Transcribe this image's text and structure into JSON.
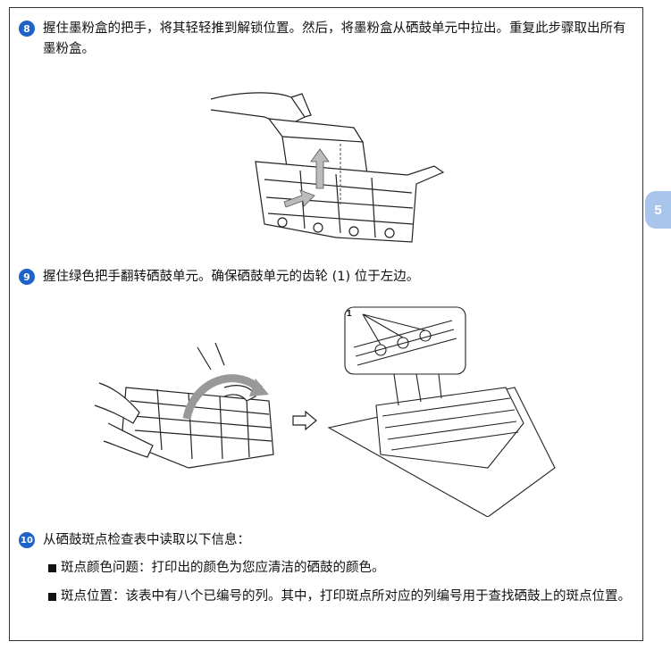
{
  "steps": [
    {
      "num": "8",
      "text": "握住墨粉盒的把手，将其轻轻推到解锁位置。然后，将墨粉盒从硒鼓单元中拉出。重复此步骤取出所有墨粉盒。"
    },
    {
      "num": "9",
      "text": "握住绿色把手翻转硒鼓单元。确保硒鼓单元的齿轮 (1) 位于左边。"
    },
    {
      "num": "10",
      "text": "从硒鼓斑点检查表中读取以下信息："
    }
  ],
  "bullets": [
    "斑点颜色问题：打印出的颜色为您应清洁的硒鼓的颜色。",
    "斑点位置：该表中有八个已编号的列。其中，打印斑点所对应的列编号用于查找硒鼓上的斑点位置。"
  ],
  "callout_label": "1",
  "side_tab": "5",
  "colors": {
    "step_badge": "#1f63c9",
    "side_tab": "#aac5ec"
  }
}
